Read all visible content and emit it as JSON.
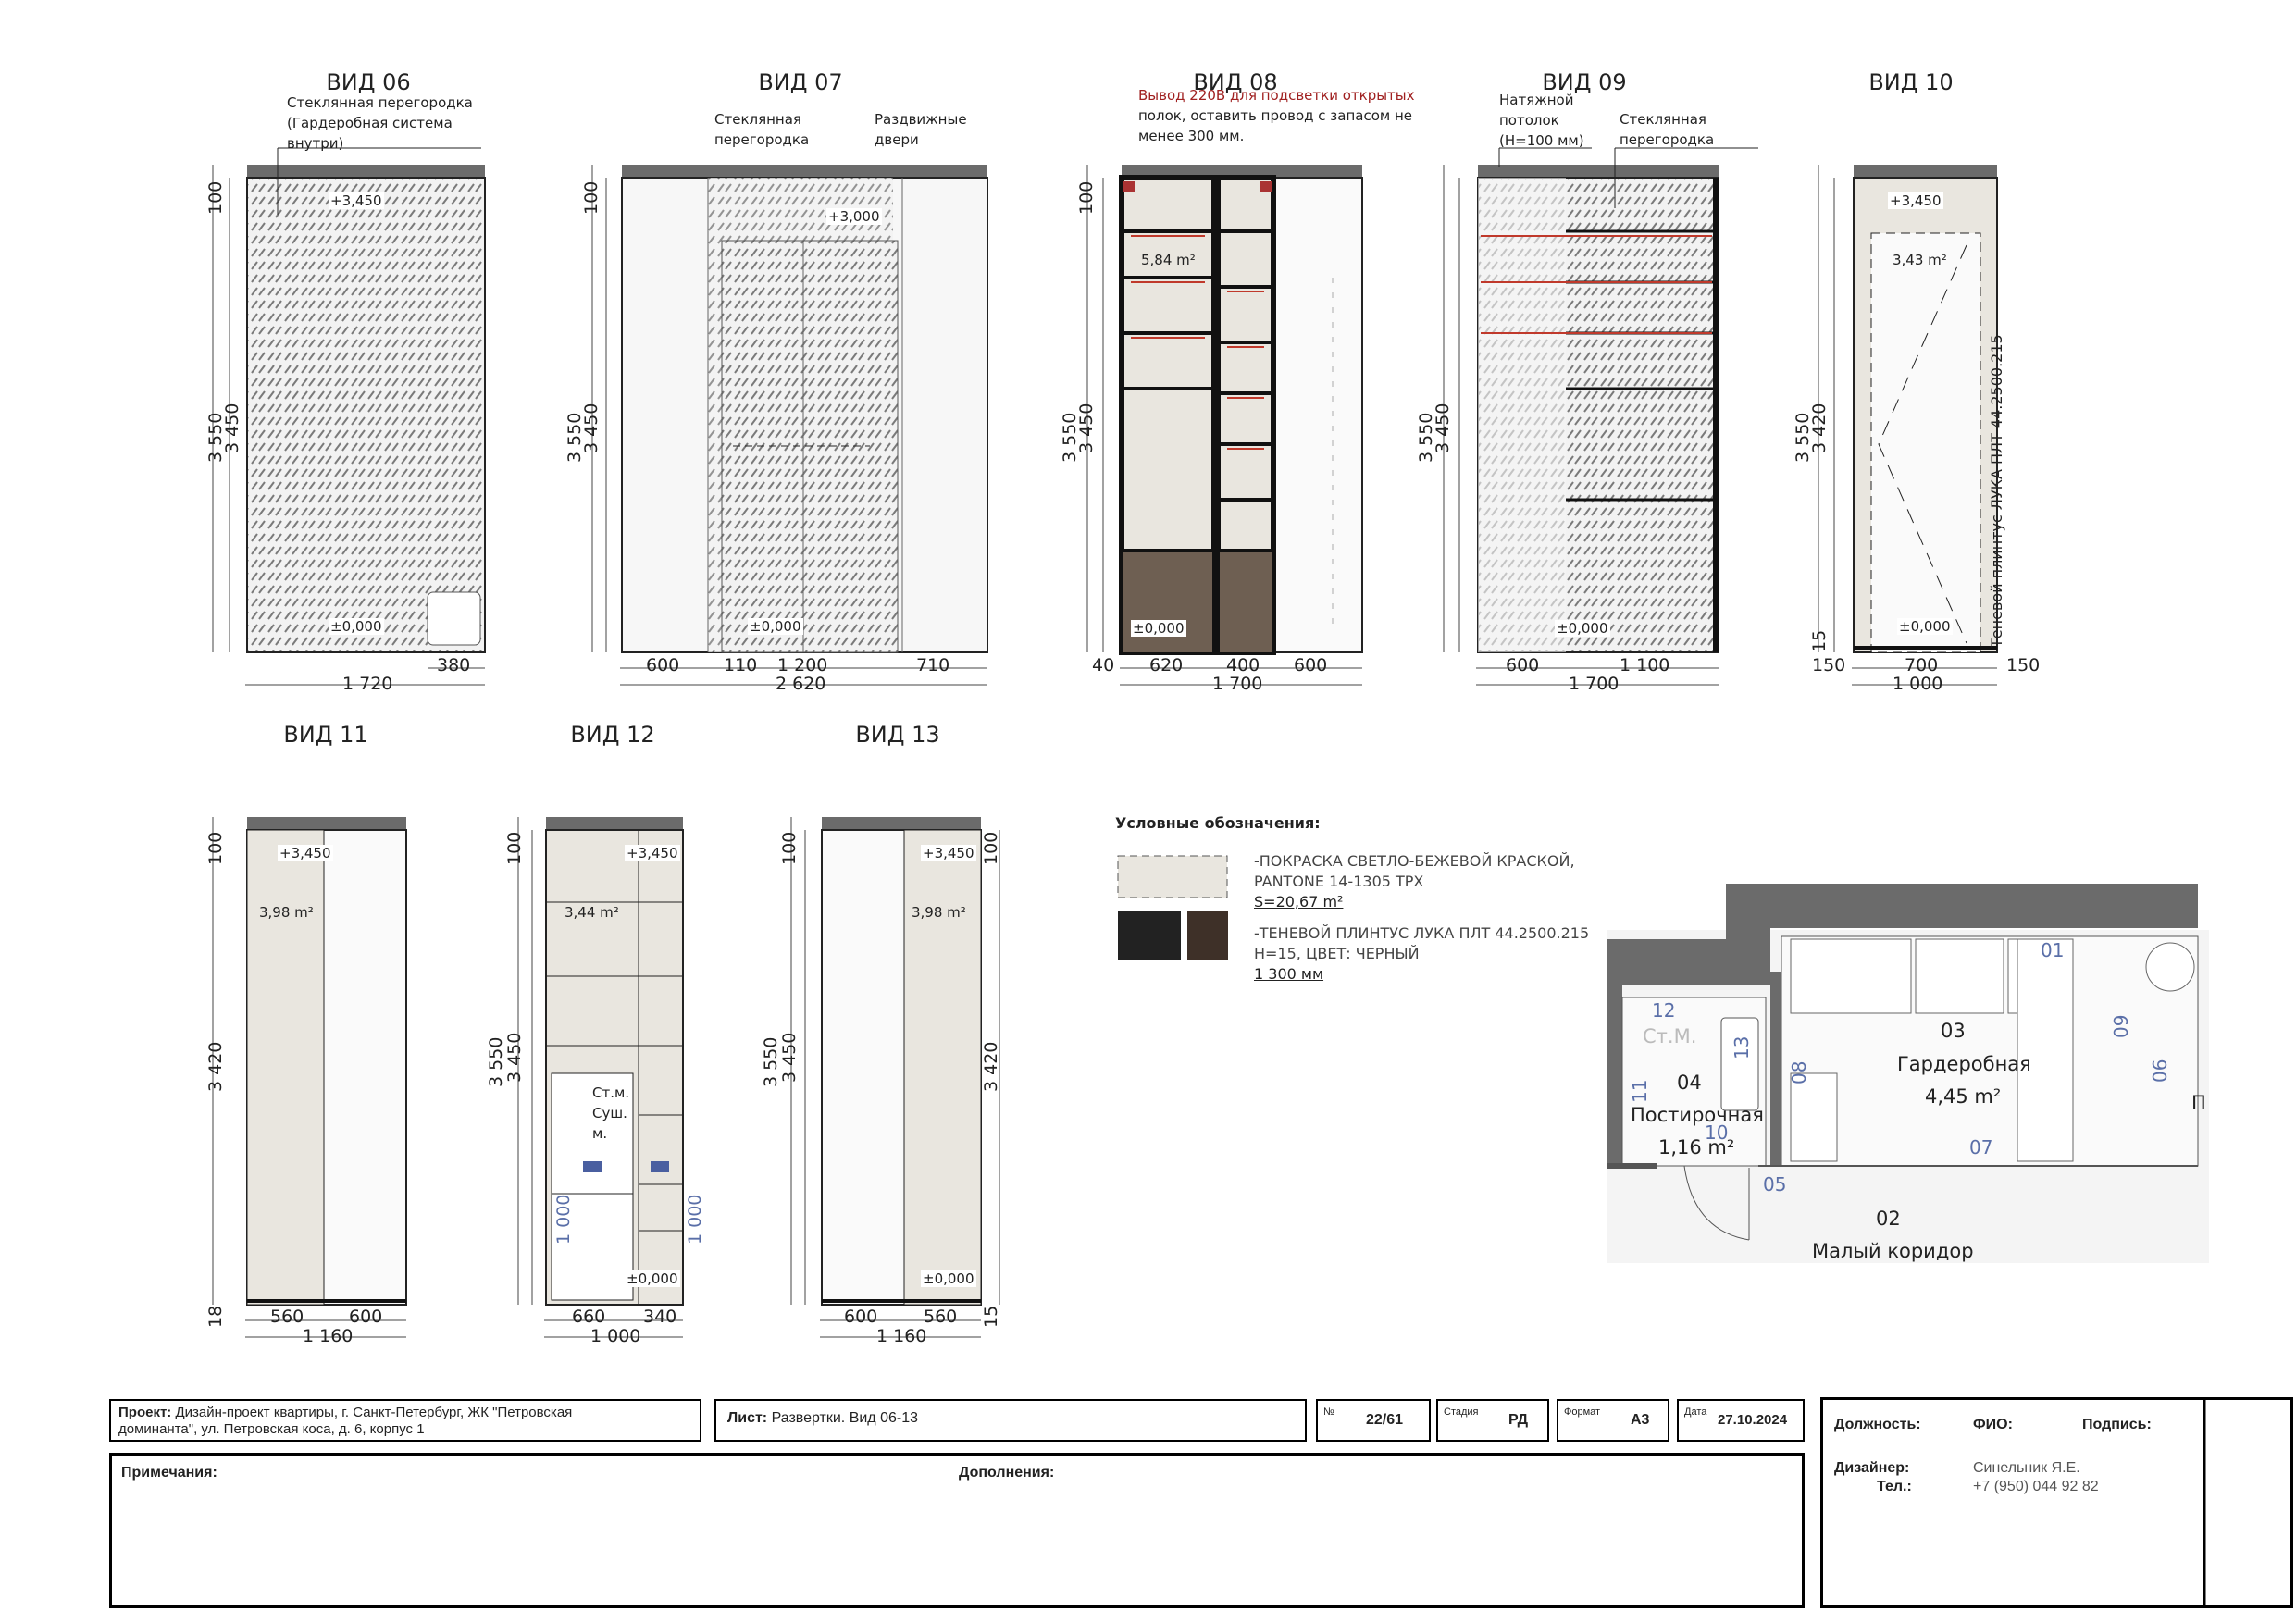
{
  "views": {
    "v06": {
      "title": "ВИД 06",
      "note": [
        "Стеклянная перегородка",
        "(Гардеробная система",
        "внутри)"
      ],
      "h_total": "3 550",
      "h_main": "3 450",
      "h_top": "100",
      "lvl_top": "+3,450",
      "lvl_bottom": "±0,000",
      "w1": "380",
      "w_total": "1 720"
    },
    "v07": {
      "title": "ВИД 07",
      "note1": [
        "Стеклянная",
        "перегородка"
      ],
      "note2": [
        "Раздвижные",
        "двери"
      ],
      "h_total": "3 550",
      "h_main": "3 450",
      "h_top": "100",
      "lvl_mid": "+3,000",
      "lvl_bottom": "±0,000",
      "w": [
        "600",
        "110",
        "1 200",
        "710"
      ],
      "w_total": "2 620"
    },
    "v08": {
      "title": "ВИД 08",
      "note": [
        "Вывод 220В для подсветки открытых",
        "полок, оставить провод с запасом не",
        "менее 300 мм."
      ],
      "h_total": "3 550",
      "h_main": "3 450",
      "h_top": "100",
      "area": "5,84 m²",
      "lvl_bottom": "±0,000",
      "w": [
        "40",
        "620",
        "400",
        "600"
      ],
      "w_total": "1 700"
    },
    "v09": {
      "title": "ВИД 09",
      "note1": [
        "Натяжной",
        "потолок",
        "(Н=100 мм)"
      ],
      "note2": [
        "Стеклянная",
        "перегородка"
      ],
      "h_total": "3 550",
      "h_main": "3 450",
      "lvl_bottom": "±0,000",
      "w": [
        "600",
        "1 100"
      ],
      "w_total": "1 700"
    },
    "v10": {
      "title": "ВИД 10",
      "h_total": "3 550",
      "h_main": "3 420",
      "h_bot": "15",
      "lvl_top": "+3,450",
      "area": "3,43 m²",
      "lvl_bottom": "±0,000",
      "side_note": "Теневой плинтус ЛУКА ПЛТ 44.2500.215",
      "w": [
        "150",
        "700",
        "150"
      ],
      "w_total": "1 000"
    },
    "v11": {
      "title": "ВИД 11",
      "h_top": "100",
      "h_main": "3 420",
      "h_bot": "18",
      "lvl_top": "+3,450",
      "area": "3,98 m²",
      "w": [
        "560",
        "600"
      ],
      "w_total": "1 160"
    },
    "v12": {
      "title": "ВИД 12",
      "h_total": "3 550",
      "h_main": "3 450",
      "h_top": "100",
      "lvl_top": "+3,450",
      "area": "3,44 m²",
      "appliance": [
        "Ст.м.",
        "Суш.",
        "м."
      ],
      "h_side": "1 000",
      "lvl_bottom": "±0,000",
      "w": [
        "660",
        "340"
      ],
      "w_total": "1 000"
    },
    "v13": {
      "title": "ВИД 13",
      "h_total": "3 550",
      "h_main": "3 450",
      "h_top": "100",
      "h_right": "3 420",
      "h_bot": "15",
      "lvl_top": "+3,450",
      "area": "3,98 m²",
      "lvl_bottom": "±0,000",
      "w": [
        "600",
        "560"
      ],
      "w_total": "1 160"
    }
  },
  "legend": {
    "title": "Условные обозначения:",
    "item1": [
      "-ПОКРАСКА СВЕТЛО-БЕЖЕВОЙ КРАСКОЙ,",
      "PANTONE 14-1305 TPX",
      "S=20,67 m²"
    ],
    "item2": [
      "-ТЕНЕВОЙ ПЛИНТУС ЛУКА ПЛТ 44.2500.215",
      "H=15, ЦВЕТ: ЧЕРНЫЙ",
      "1 300 мм"
    ]
  },
  "plan": {
    "rooms": [
      {
        "num": "03",
        "name": "Гардеробная",
        "area": "4,45 m²"
      },
      {
        "num": "04",
        "name": "Постирочная",
        "area": "1,16 m²"
      },
      {
        "num": "02",
        "name": "Малый коридор"
      }
    ],
    "stm": "Ст.М.",
    "markers": [
      "01",
      "05",
      "06",
      "07",
      "08",
      "09",
      "10",
      "11",
      "12",
      "13"
    ],
    "edge": "П"
  },
  "titleblock": {
    "project_label": "Проект:",
    "project": [
      "Дизайн-проект квартиры, г. Санкт-Петербург, ЖК \"Петровская",
      "доминанта\", ул. Петровская коса, д. 6, корпус 1"
    ],
    "sheet_label": "Лист:",
    "sheet": "Развертки. Вид 06-13",
    "num_label": "№",
    "num": "22/61",
    "stage_label": "Стадия",
    "stage": "РД",
    "format_label": "Формат",
    "format": "А3",
    "date_label": "Дата",
    "date": "27.10.2024",
    "notes_label": "Примечания:",
    "additions_label": "Дополнения:",
    "role_label": "Должность:",
    "name_label": "ФИО:",
    "sign_label": "Подпись:",
    "designer_label": "Дизайнер:",
    "phone_label": "Тел.:",
    "designer": "Синельник Я.Е.",
    "phone": "+7 (950) 044 92 82"
  },
  "colors": {
    "wall": "#e9e6df",
    "slab": "#6b6b6b",
    "line": "#222222",
    "marker": "#5a6fa8",
    "red": "#c0392b",
    "wood": "#6e5f52"
  }
}
